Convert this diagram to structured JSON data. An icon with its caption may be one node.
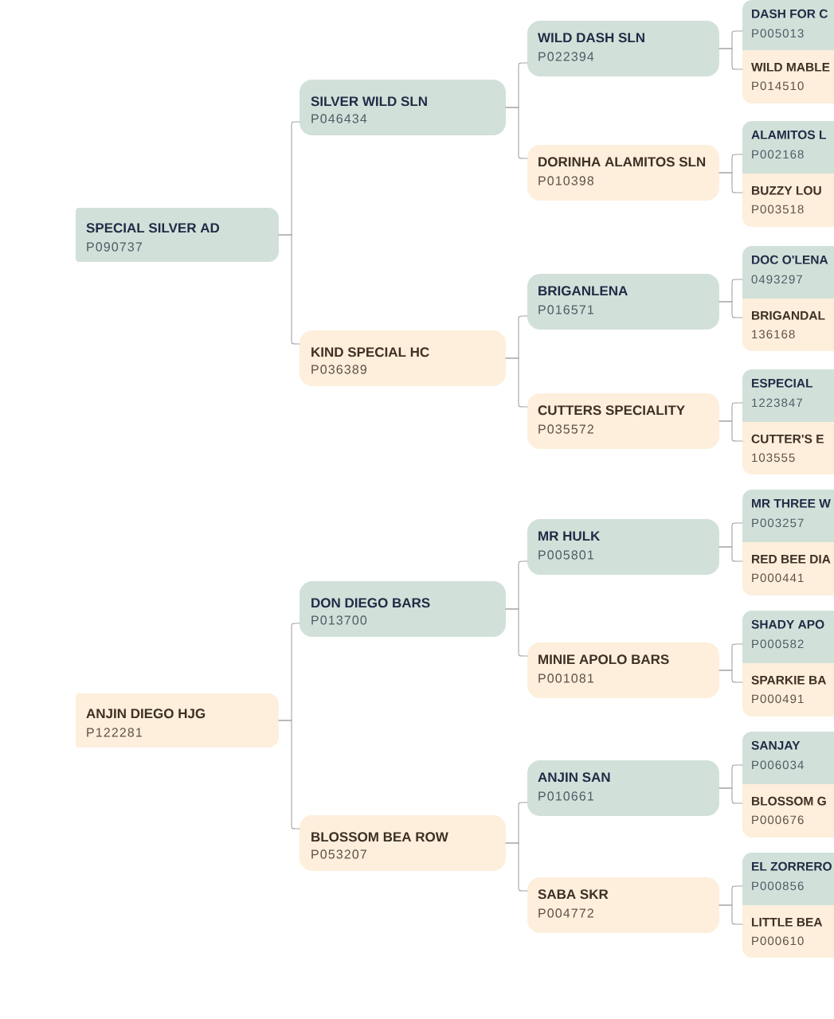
{
  "diagram": {
    "nodes": [
      {
        "text": [
          "SPECIAL SILVER AD",
          "P090737"
        ]
      },
      {
        "text": [
          "ANJIN DIEGO HJG",
          "P122281"
        ]
      },
      {
        "text": [
          "SILVER WILD SLN",
          "P046434"
        ]
      },
      {
        "text": [
          "KIND SPECIAL HC",
          "P036389"
        ]
      },
      {
        "text": [
          "DON DIEGO BARS",
          "P013700"
        ]
      },
      {
        "text": [
          "BLOSSOM BEA ROW",
          "P053207"
        ]
      },
      {
        "text": [
          "WILD DASH SLN",
          "P022394"
        ]
      },
      {
        "text": [
          "DORINHA ALAMITOS SLN",
          "P010398"
        ]
      },
      {
        "text": [
          "BRIGANLENA",
          "P016571"
        ]
      },
      {
        "text": [
          "CUTTERS SPECIALITY",
          "P035572"
        ]
      },
      {
        "text": [
          "MR HULK",
          "P005801"
        ]
      },
      {
        "text": [
          "MINIE APOLO BARS",
          "P001081"
        ]
      },
      {
        "text": [
          "ANJIN SAN",
          "P010661"
        ]
      },
      {
        "text": [
          "SABA SKR",
          "P004772"
        ]
      },
      {
        "text": [
          "DASH FOR C",
          "P005013"
        ]
      },
      {
        "text": [
          "WILD MABLE",
          "P014510"
        ]
      },
      {
        "text": [
          "ALAMITOS L",
          "P002168"
        ]
      },
      {
        "text": [
          "BUZZY LOU",
          "P003518"
        ]
      },
      {
        "text": [
          "DOC O'LENA",
          "0493297"
        ]
      },
      {
        "text": [
          "BRIGANDAL",
          "136168"
        ]
      },
      {
        "text": [
          "ESPECIAL",
          "1223847"
        ]
      },
      {
        "text": [
          "CUTTER'S E",
          "103555"
        ]
      },
      {
        "text": [
          "MR THREE W",
          "P003257"
        ]
      },
      {
        "text": [
          "RED BEE DIA",
          "P000441"
        ]
      },
      {
        "text": [
          "SHADY APO",
          "P000582"
        ]
      },
      {
        "text": [
          "SPARKIE BA",
          "P000491"
        ]
      },
      {
        "text": [
          "SANJAY",
          "P006034"
        ]
      },
      {
        "text": [
          "BLOSSOM G",
          "P000676"
        ]
      },
      {
        "text": [
          "EL ZORRERO",
          "P000856"
        ]
      },
      {
        "text": [
          "LITTLE BEA",
          "P000610"
        ]
      }
    ],
    "edges": [
      {
        "from": 0,
        "to": 2,
        "arrow": "none"
      },
      {
        "from": 0,
        "to": 3,
        "arrow": "none"
      },
      {
        "from": 1,
        "to": 4,
        "arrow": "none"
      },
      {
        "from": 1,
        "to": 5,
        "arrow": "none"
      },
      {
        "from": 2,
        "to": 6,
        "arrow": "none"
      },
      {
        "from": 2,
        "to": 7,
        "arrow": "none"
      },
      {
        "from": 3,
        "to": 8,
        "arrow": "none"
      },
      {
        "from": 3,
        "to": 9,
        "arrow": "none"
      },
      {
        "from": 4,
        "to": 10,
        "arrow": "none"
      },
      {
        "from": 4,
        "to": 11,
        "arrow": "none"
      },
      {
        "from": 5,
        "to": 12,
        "arrow": "none"
      },
      {
        "from": 5,
        "to": 13,
        "arrow": "none"
      },
      {
        "from": 6,
        "to": 14,
        "arrow": "none"
      },
      {
        "from": 6,
        "to": 15,
        "arrow": "none"
      },
      {
        "from": 7,
        "to": 16,
        "arrow": "none"
      },
      {
        "from": 7,
        "to": 17,
        "arrow": "none"
      },
      {
        "from": 8,
        "to": 18,
        "arrow": "none"
      },
      {
        "from": 8,
        "to": 19,
        "arrow": "none"
      },
      {
        "from": 9,
        "to": 20,
        "arrow": "none"
      },
      {
        "from": 9,
        "to": 21,
        "arrow": "none"
      },
      {
        "from": 10,
        "to": 22,
        "arrow": "none"
      },
      {
        "from": 10,
        "to": 23,
        "arrow": "none"
      },
      {
        "from": 11,
        "to": 24,
        "arrow": "none"
      },
      {
        "from": 11,
        "to": 25,
        "arrow": "none"
      },
      {
        "from": 12,
        "to": 26,
        "arrow": "none"
      },
      {
        "from": 12,
        "to": 27,
        "arrow": "none"
      },
      {
        "from": 13,
        "to": 28,
        "arrow": "none"
      },
      {
        "from": 13,
        "to": 29,
        "arrow": "none"
      }
    ]
  }
}
